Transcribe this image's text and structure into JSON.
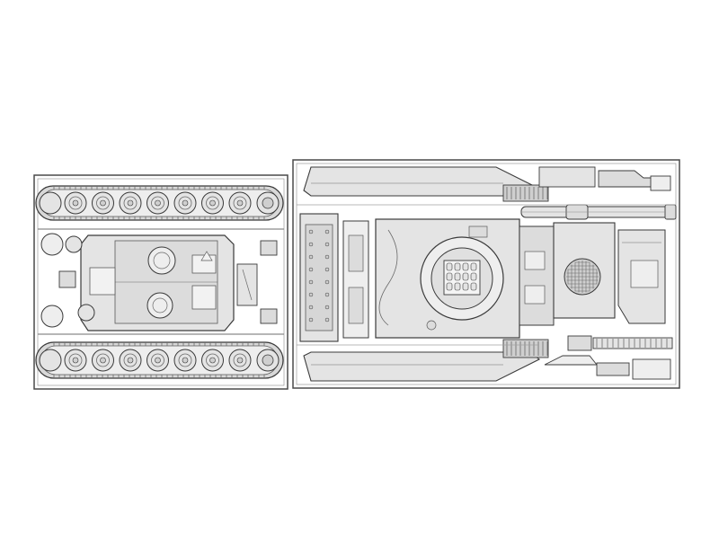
{
  "diagram": {
    "subject": "model-kit-sprue-sheet",
    "frames": [
      {
        "name": "left-sprue-frame",
        "contents": [
          "upper-track-run",
          "hull-bottom-plate",
          "lower-track-run"
        ]
      },
      {
        "name": "right-sprue-frame",
        "contents": [
          "upper-fender-rail",
          "turret-assembly",
          "gun-barrel",
          "lower-fender-rail",
          "small-parts"
        ]
      }
    ],
    "road_wheels_per_track": 7,
    "colors": {
      "background": "#ffffff",
      "frame_stroke": "#4a4a4a",
      "part_fill": "#e4e4e4",
      "part_fill_dark": "#cfcfcf",
      "part_stroke": "#3a3a3a",
      "detail_stroke": "#6a6a6a"
    }
  }
}
